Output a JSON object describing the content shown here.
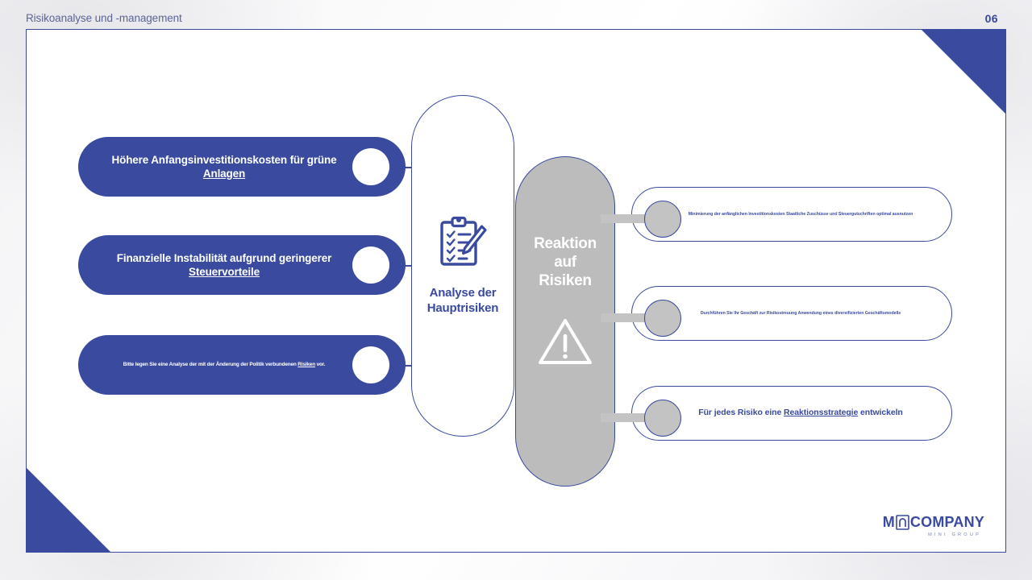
{
  "header": {
    "title": "Risikoanalyse und -management",
    "page_number": "06"
  },
  "center": {
    "label_line1": "Analyse der",
    "label_line2": "Hauptrisiken",
    "icon": "clipboard-checklist-pen-icon"
  },
  "gray": {
    "label_line1": "Reaktion",
    "label_line2": "auf",
    "label_line3": "Risiken",
    "icon": "warning-triangle-icon"
  },
  "risks": [
    {
      "text_before": "Höhere Anfangsinvestitionskosten für grüne ",
      "text_underlined": "Anlagen",
      "text_after": "",
      "size": "big"
    },
    {
      "text_before": "Finanzielle Instabilität aufgrund geringerer ",
      "text_underlined": "Steuervorteile",
      "text_after": "",
      "size": "big"
    },
    {
      "text_before": "Bitte legen Sie eine Analyse der mit der Änderung der Politik verbundenen ",
      "text_underlined": "Risiken",
      "text_after": " vor.",
      "size": "small"
    }
  ],
  "responses": [
    {
      "text_before": "Minimierung der anfänglichen Investitionskosten Staatliche Zuschüsse und Steuergutschriften optimal ausnutzen",
      "text_underlined": "",
      "text_after": "",
      "size": "small"
    },
    {
      "text_before": "Durchführen Sie Ihr Geschäft zur Risikostreuung Anwendung eines diversifizierten Geschäftsmodells",
      "text_underlined": "",
      "text_after": "",
      "size": "small"
    },
    {
      "text_before": "Für jedes Risiko eine ",
      "text_underlined": "Reaktionsstrategie",
      "text_after": " entwickeln",
      "size": "mid"
    }
  ],
  "logo": {
    "text_left": "M",
    "text_right": "COMPANY",
    "tagline": "MINI GROUP"
  },
  "colors": {
    "brand_blue": "#3a4a9f",
    "gray_fill": "#bcbcbc",
    "knob_gray": "#c3c3c3",
    "header_text": "#5b6496"
  }
}
